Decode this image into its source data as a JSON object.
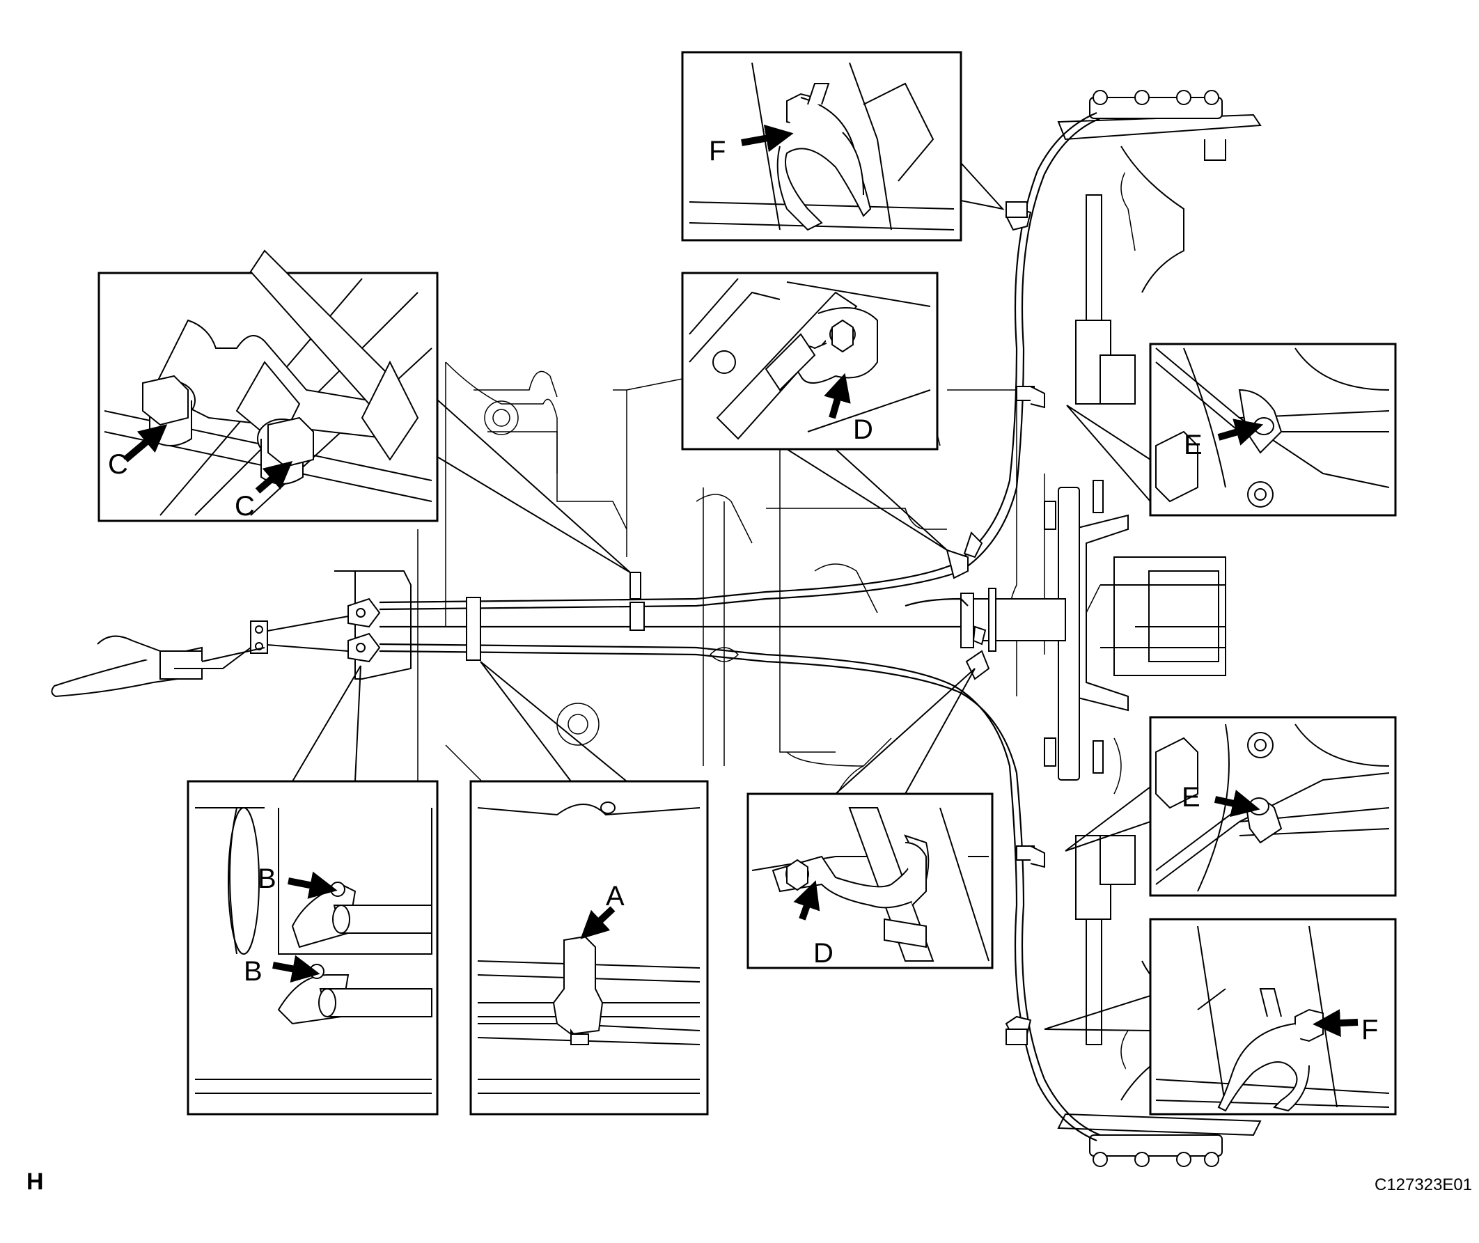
{
  "figure": {
    "sheet_marker": "H",
    "figure_code": "C127323E01"
  },
  "callouts": [
    {
      "id": "top-right-bracket",
      "labels": [
        "F"
      ]
    },
    {
      "id": "upper-left-bolts",
      "labels": [
        "C",
        "C"
      ]
    },
    {
      "id": "upper-mid-clamp",
      "labels": [
        "D"
      ]
    },
    {
      "id": "right-upper-clamp",
      "labels": [
        "E"
      ]
    },
    {
      "id": "lower-left-bracket",
      "labels": [
        "B",
        "B"
      ]
    },
    {
      "id": "lower-mid-clip",
      "labels": [
        "A"
      ]
    },
    {
      "id": "lower-center-clamp",
      "labels": [
        "D"
      ]
    },
    {
      "id": "right-lower-clamp",
      "labels": [
        "E"
      ]
    },
    {
      "id": "bottom-right-bracket",
      "labels": [
        "F"
      ]
    }
  ]
}
